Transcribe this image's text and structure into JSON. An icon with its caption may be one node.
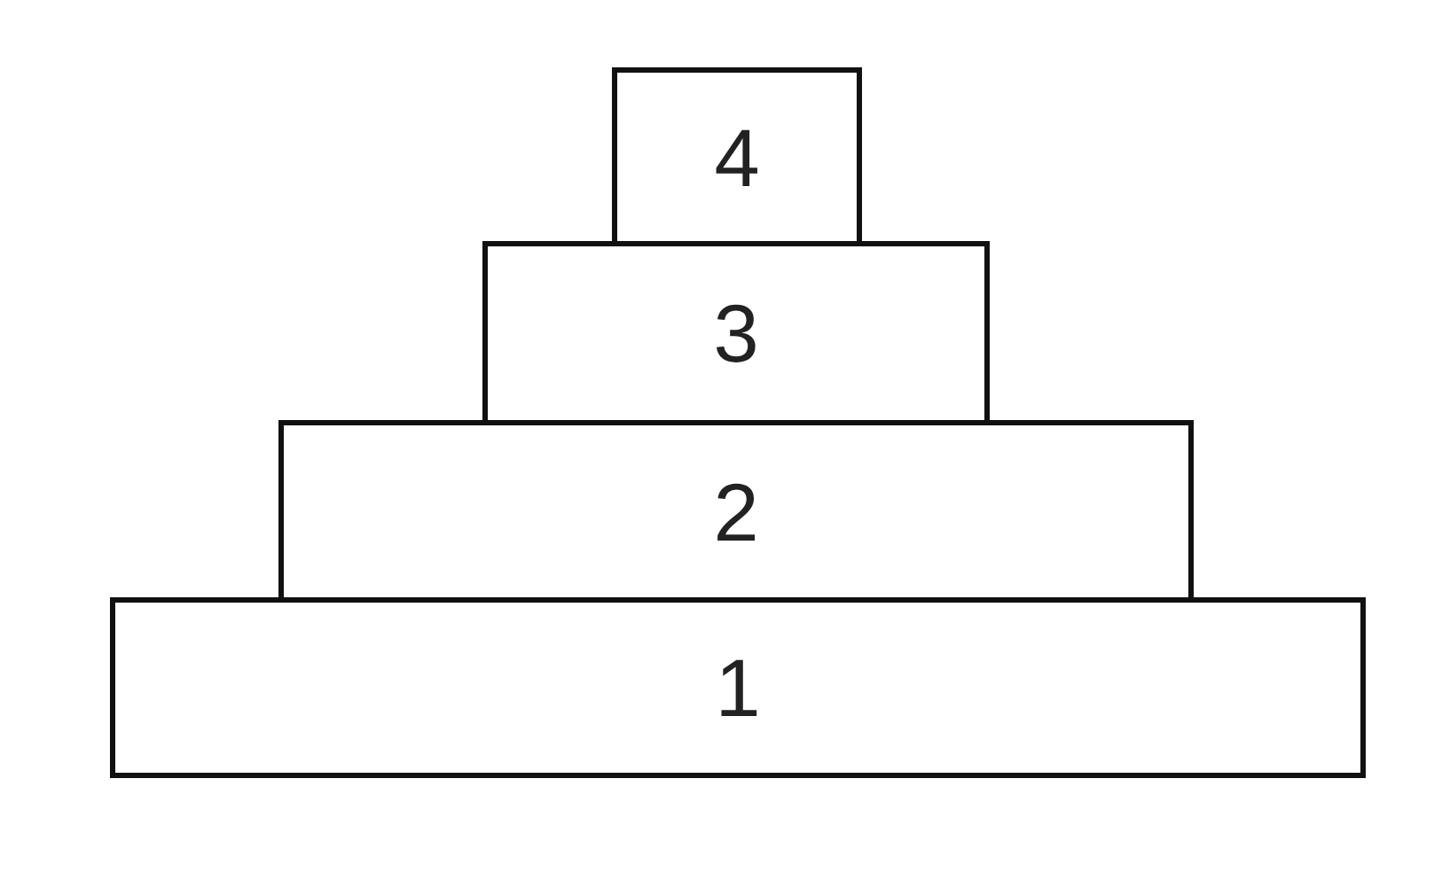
{
  "diagram": {
    "nodes": [
      {
        "text": [
          "4"
        ]
      },
      {
        "text": [
          "3"
        ]
      },
      {
        "text": [
          "2"
        ]
      },
      {
        "text": [
          "1"
        ]
      }
    ]
  }
}
